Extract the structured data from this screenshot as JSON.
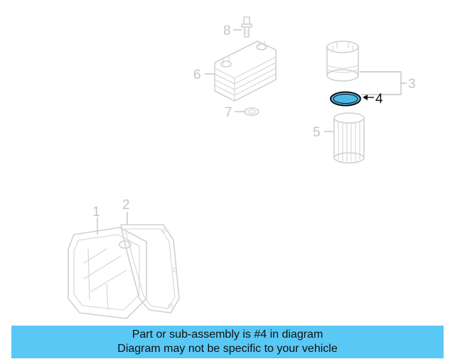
{
  "diagram": {
    "callouts": [
      {
        "id": "1",
        "label": "1"
      },
      {
        "id": "2",
        "label": "2"
      },
      {
        "id": "3",
        "label": "3"
      },
      {
        "id": "4",
        "label": "4"
      },
      {
        "id": "5",
        "label": "5"
      },
      {
        "id": "6",
        "label": "6"
      },
      {
        "id": "7",
        "label": "7"
      },
      {
        "id": "8",
        "label": "8"
      }
    ],
    "highlighted_part": "4",
    "colors": {
      "highlight_fill": "#4fb7e6",
      "highlight_stroke": "#111111",
      "faded_part": "#d0d0d0",
      "banner": "#5ac8f5"
    }
  },
  "banner": {
    "line1": "Part or sub-assembly is #4 in diagram",
    "line2": "Diagram may not be specific to your vehicle"
  }
}
